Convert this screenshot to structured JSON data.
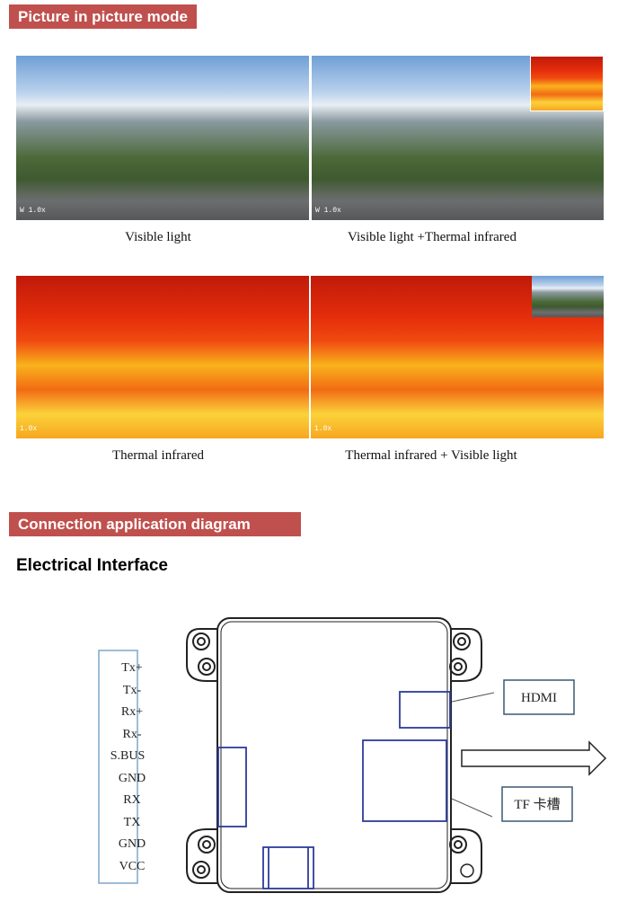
{
  "sections": {
    "pip_title": "Picture in picture mode",
    "connection_title": "Connection application diagram",
    "electrical_title": "Electrical Interface"
  },
  "photos": [
    {
      "caption": "Visible light",
      "osd": "W 1.0x"
    },
    {
      "caption": "Visible light +Thermal infrared",
      "osd": "W 1.0x"
    },
    {
      "caption": "Thermal infrared",
      "osd": "1.0x"
    },
    {
      "caption": "Thermal infrared + Visible light",
      "osd": "1.0x"
    }
  ],
  "diagram": {
    "pins": [
      "Tx+",
      "Tx-",
      "Rx+",
      "Rx-",
      "S.BUS",
      "GND",
      "RX",
      "TX",
      "GND",
      "VCC"
    ],
    "hdmi_label": "HDMI",
    "tf_label": "TF 卡槽"
  },
  "colors": {
    "section_bg": "#c0504d",
    "connector": "#2e3b9a",
    "pin_box": "#7fa7c9"
  }
}
